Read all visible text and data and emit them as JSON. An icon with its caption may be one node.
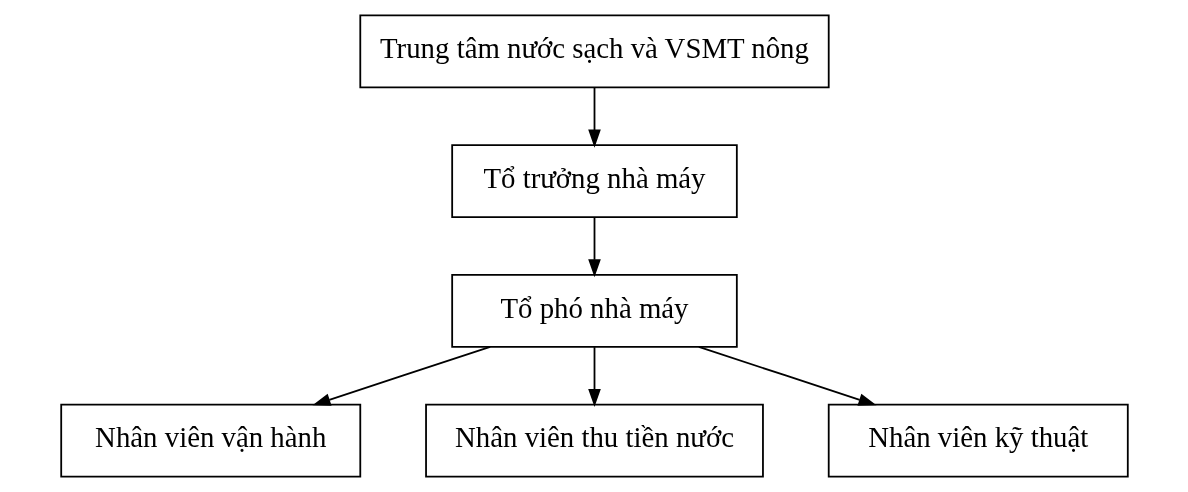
{
  "diagram": {
    "nodes": [
      {
        "text": [
          "Trung tâm nước sạch và VSMT nông"
        ]
      },
      {
        "text": [
          "Tổ trưởng nhà máy"
        ]
      },
      {
        "text": [
          "Tổ phó nhà máy"
        ]
      },
      {
        "text": [
          "Nhân viên vận hành"
        ]
      },
      {
        "text": [
          "Nhân viên thu tiền nước"
        ]
      },
      {
        "text": [
          "Nhân viên kỹ thuật"
        ]
      }
    ],
    "edges": [
      {
        "from": 0,
        "to": 1,
        "arrow": "to"
      },
      {
        "from": 1,
        "to": 2,
        "arrow": "to"
      },
      {
        "from": 2,
        "to": 3,
        "arrow": "to"
      },
      {
        "from": 2,
        "to": 4,
        "arrow": "to"
      },
      {
        "from": 2,
        "to": 5,
        "arrow": "to"
      }
    ]
  }
}
